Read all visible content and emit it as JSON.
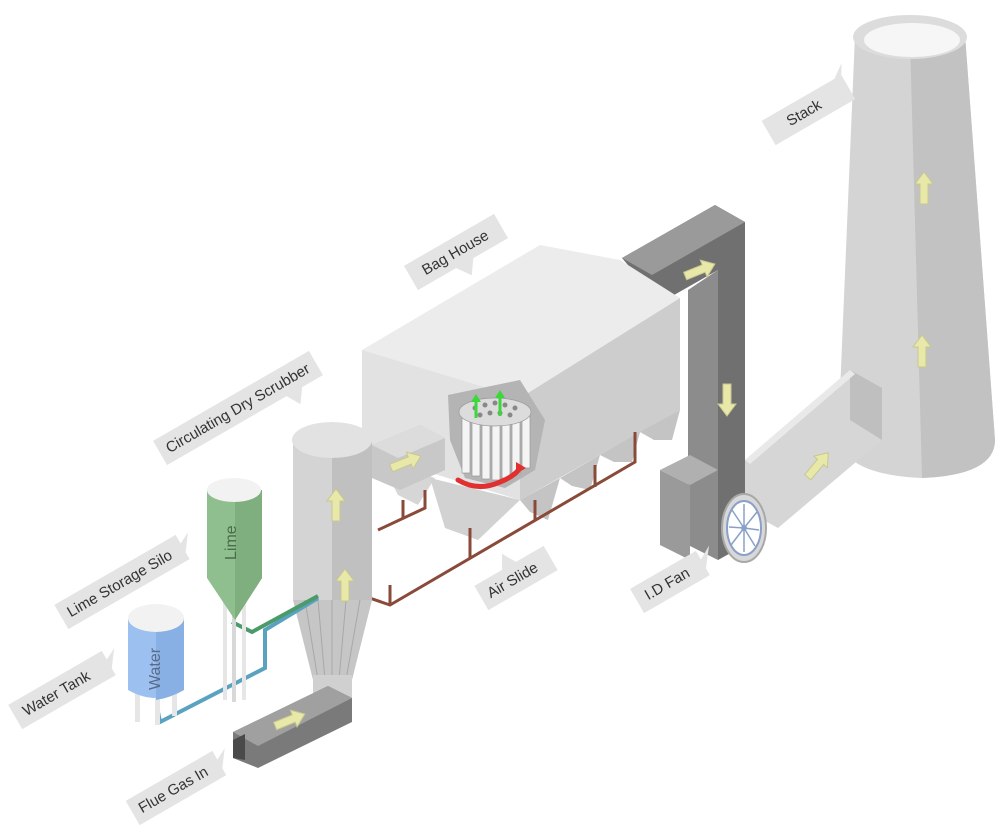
{
  "labels": {
    "stack": "Stack",
    "bag_house": "Bag House",
    "circulating_dry_scrubber": "Circulating Dry Scrubber",
    "lime_storage_silo": "Lime Storage Silo",
    "water_tank": "Water Tank",
    "flue_gas_in": "Flue Gas In",
    "air_slide": "Air Slide",
    "id_fan": "I.D Fan"
  },
  "tank_text": {
    "water": "Water",
    "lime": "Lime"
  },
  "colors": {
    "equipment_light": "#e6e6e6",
    "equipment_mid": "#d2d2d2",
    "equipment_dark": "#b8b8b8",
    "duct_dark": "#6e6e6e",
    "duct_mid": "#8f8f8f",
    "arrow_fill": "#e8e8a8",
    "water_tank": "#9cc0f0",
    "lime_silo": "#8fbf8f",
    "water_line": "#5aa3c0",
    "lime_line": "#4a9a6a",
    "air_slide_pipe": "#8a4a3a",
    "filter_green": "#3ad83a",
    "flow_red": "#e03030",
    "callout_bg": "#e4e4e4"
  }
}
